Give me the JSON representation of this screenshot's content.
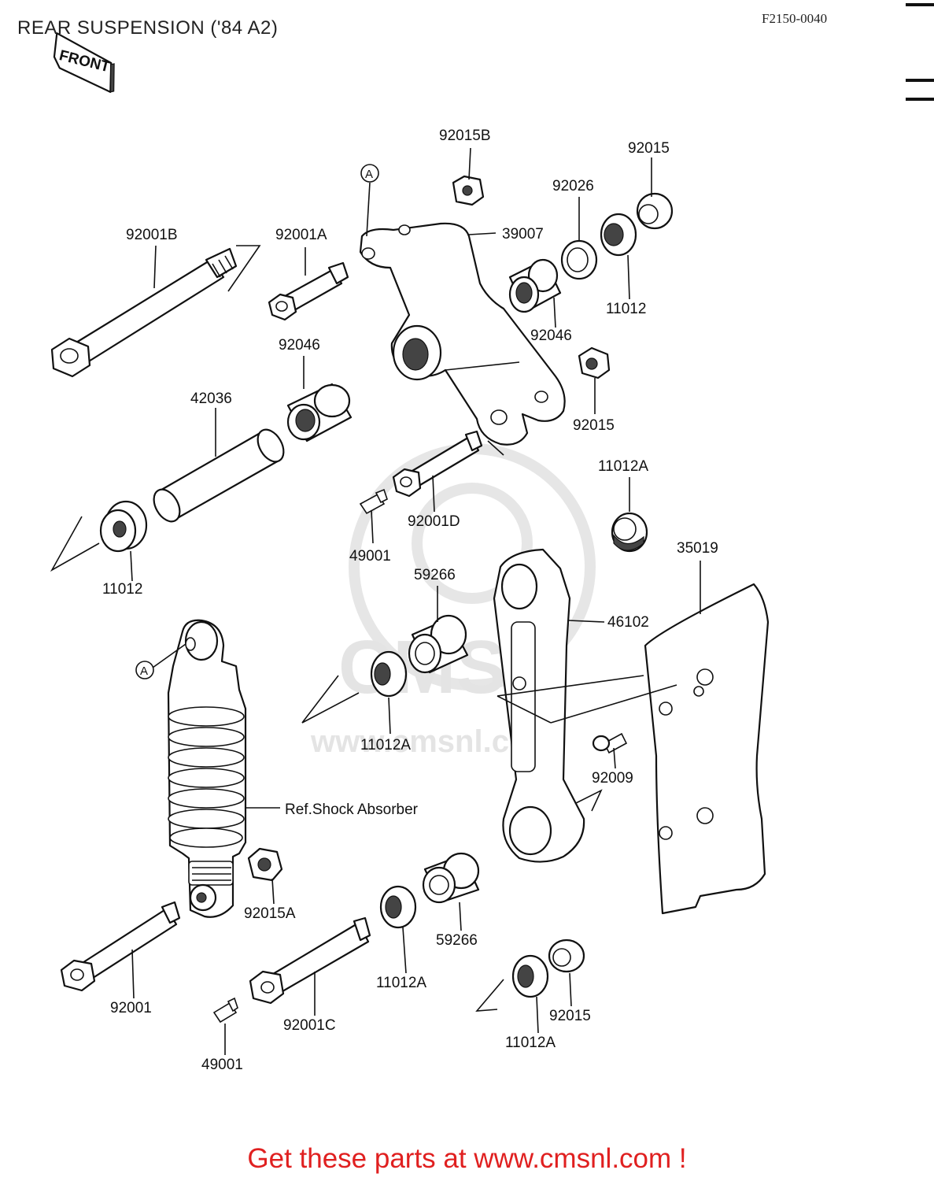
{
  "header": {
    "title": "REAR SUSPENSION ('84 A2)",
    "code": "F2150-0040"
  },
  "front_tag": "FRONT",
  "callouts": [
    {
      "id": "92015B"
    },
    {
      "id": "92015"
    },
    {
      "id": "92026"
    },
    {
      "id": "39007"
    },
    {
      "id": "92001B"
    },
    {
      "id": "92001A"
    },
    {
      "id": "11012"
    },
    {
      "id": "92046"
    },
    {
      "id": "92046"
    },
    {
      "id": "92015"
    },
    {
      "id": "42036"
    },
    {
      "id": "92001D"
    },
    {
      "id": "11012A"
    },
    {
      "id": "35019"
    },
    {
      "id": "49001"
    },
    {
      "id": "59266"
    },
    {
      "id": "11012"
    },
    {
      "id": "46102"
    },
    {
      "id": "11012A"
    },
    {
      "id": "92009"
    },
    {
      "id": "Ref.Shock Absorber"
    },
    {
      "id": "92015A"
    },
    {
      "id": "59266"
    },
    {
      "id": "92001"
    },
    {
      "id": "92001C"
    },
    {
      "id": "11012A"
    },
    {
      "id": "92015"
    },
    {
      "id": "11012A"
    },
    {
      "id": "49001"
    }
  ],
  "markers": {
    "ref_a": "A"
  },
  "watermark": {
    "site": "www.cmsnl.com"
  },
  "footer": {
    "text": "Get these parts at www.cmsnl.com !"
  }
}
